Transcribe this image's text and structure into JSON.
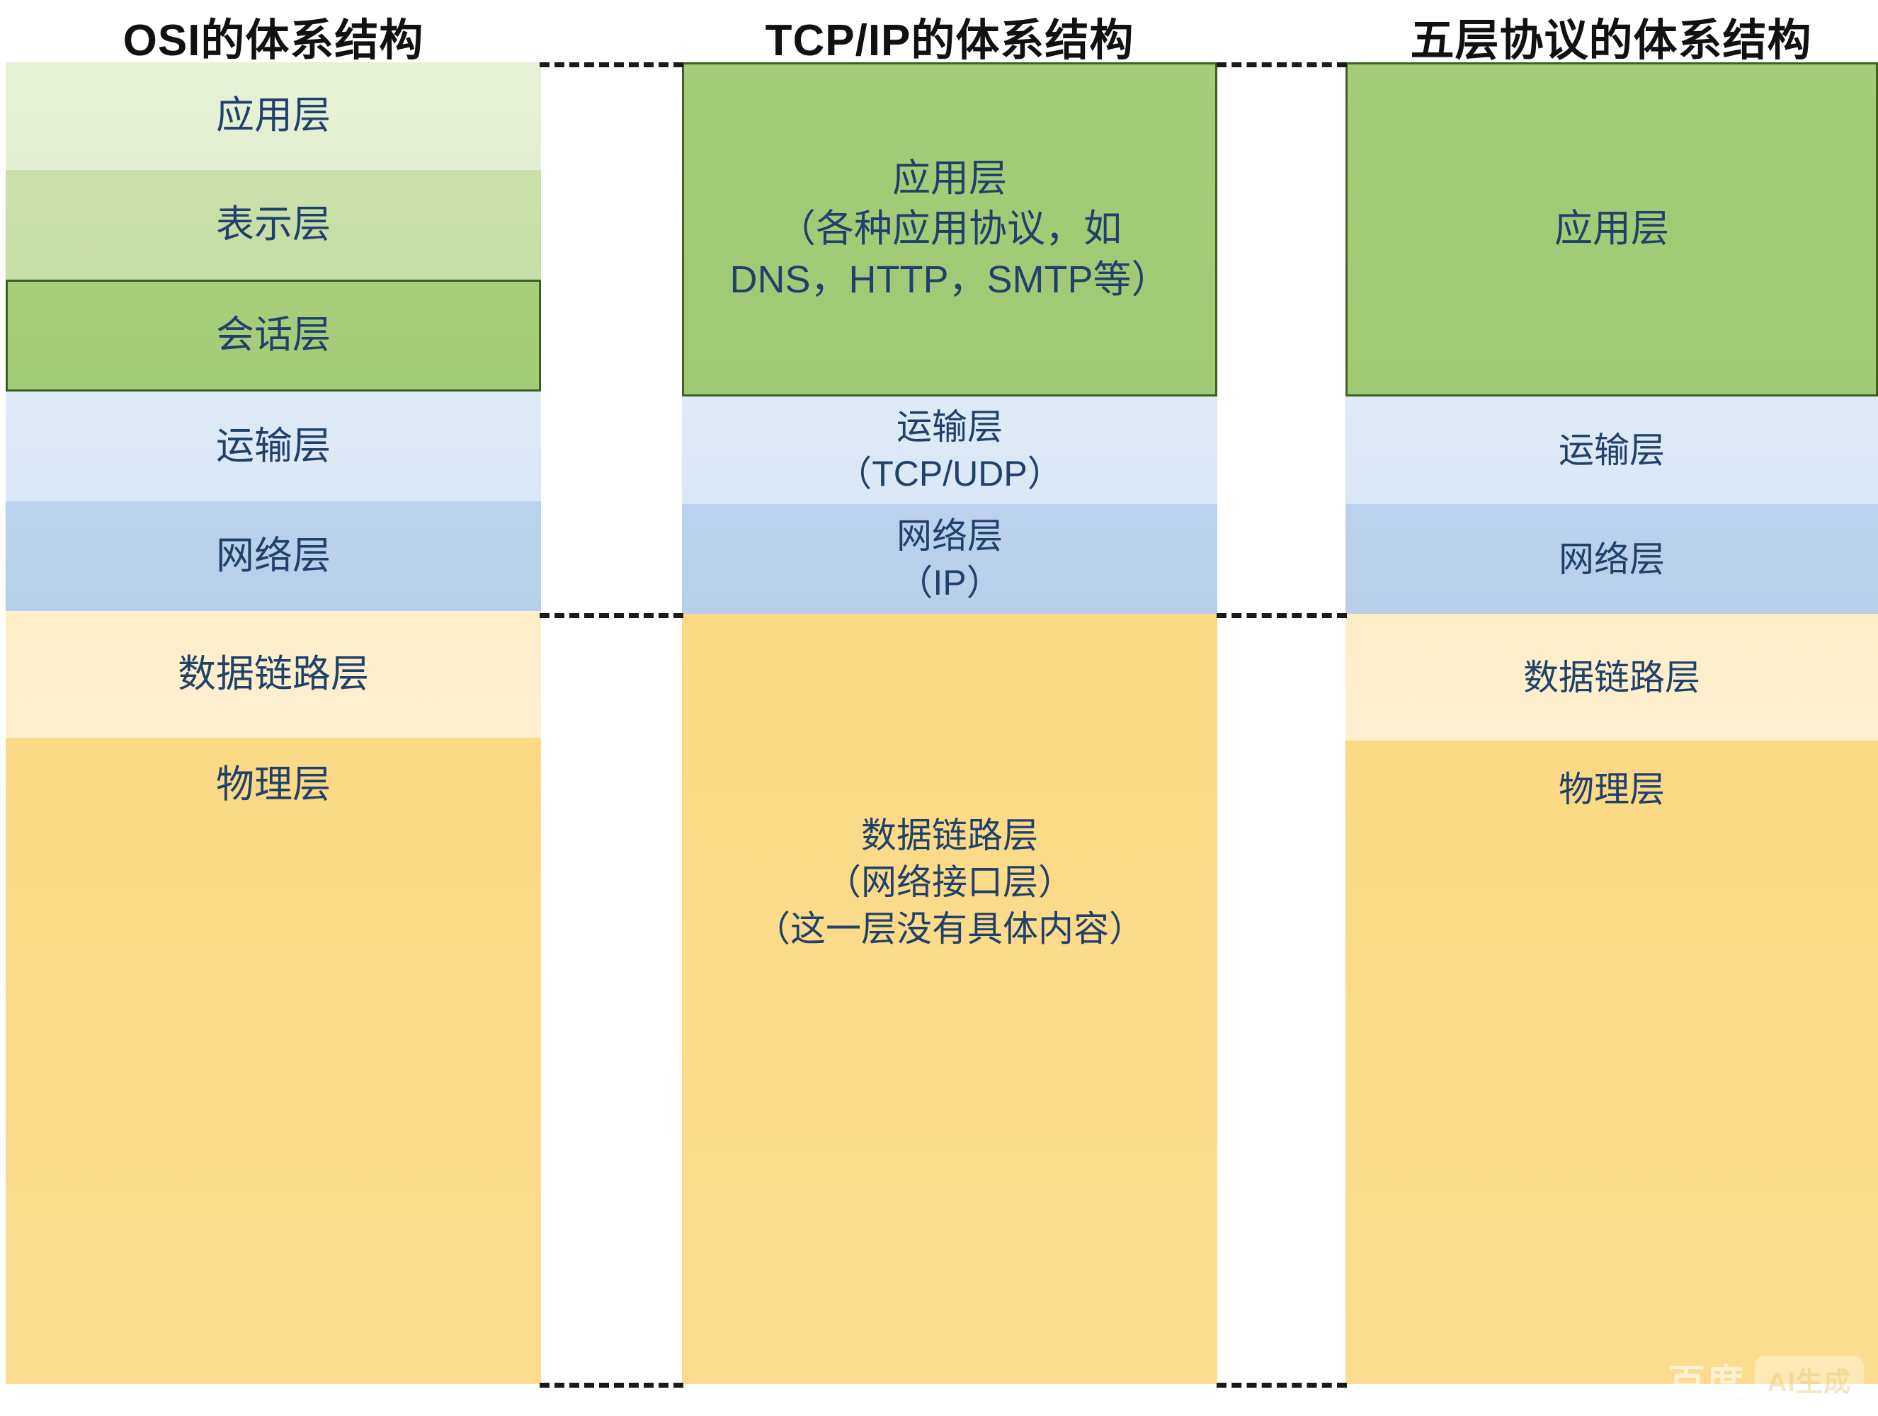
{
  "columns": [
    {
      "id": "osi",
      "title": "OSI的体系结构",
      "layers": [
        {
          "name": "application",
          "lines": [
            "应用层"
          ],
          "color": "#e7f1d8"
        },
        {
          "name": "presentation",
          "lines": [
            "表示层"
          ],
          "color": "#cbe0ab"
        },
        {
          "name": "session",
          "lines": [
            "会话层"
          ],
          "color": "#a8ce7c"
        },
        {
          "name": "transport",
          "lines": [
            "运输层"
          ],
          "color": "#e0eaf7"
        },
        {
          "name": "network",
          "lines": [
            "网络层"
          ],
          "color": "#bcd2ec"
        },
        {
          "name": "data-link",
          "lines": [
            "数据链路层"
          ],
          "color": "#fdeec8"
        },
        {
          "name": "physical",
          "lines": [
            "物理层"
          ],
          "color": "#fbd985"
        }
      ]
    },
    {
      "id": "tcpip",
      "title": "TCP/IP的体系结构",
      "layers": [
        {
          "name": "application",
          "lines": [
            "应用层",
            "（各种应用协议，如",
            "DNS，HTTP，SMTP等）"
          ],
          "color": "#a5cd79"
        },
        {
          "name": "transport",
          "lines": [
            "运输层",
            "（TCP/UDP）"
          ],
          "color": "#e0eaf7"
        },
        {
          "name": "network",
          "lines": [
            "网络层",
            "（IP）"
          ],
          "color": "#bcd2ec"
        },
        {
          "name": "data-link",
          "lines": [
            "数据链路层",
            "（网络接口层）",
            "（这一层没有具体内容）"
          ],
          "color": "#fbd985"
        }
      ]
    },
    {
      "id": "five-layer",
      "title": "五层协议的体系结构",
      "layers": [
        {
          "name": "application",
          "lines": [
            "应用层"
          ],
          "color": "#a5cd79"
        },
        {
          "name": "transport",
          "lines": [
            "运输层"
          ],
          "color": "#e0eaf7"
        },
        {
          "name": "network",
          "lines": [
            "网络层"
          ],
          "color": "#bcd2ec"
        },
        {
          "name": "data-link",
          "lines": [
            "数据链路层"
          ],
          "color": "#fdeec8"
        },
        {
          "name": "physical",
          "lines": [
            "物理层"
          ],
          "color": "#fbd985"
        }
      ]
    }
  ],
  "watermark": {
    "brand": "百度",
    "badge": "AI生成"
  },
  "palette": {
    "text": "#20416b",
    "title": "#111111",
    "outline": "#3f5f23",
    "dash": "#1a1a1a"
  }
}
